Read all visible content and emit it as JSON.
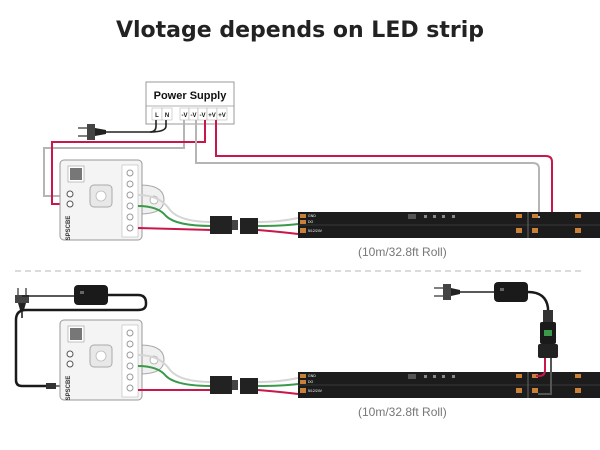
{
  "title": "Vlotage depends on LED strip",
  "power_supply": {
    "label": "Power Supply",
    "terminals": [
      "L",
      "N",
      "-V",
      "-V",
      "-V",
      "+V",
      "+V"
    ]
  },
  "controller": {
    "brand": "SPSCBE"
  },
  "strip": {
    "pad_labels": [
      "GND",
      "DO",
      "5/12/24V"
    ],
    "roll_label": "(10m/32.8ft Roll)"
  },
  "colors": {
    "power_red": "#c8174a",
    "gray_wire": "#b5b5b5",
    "signal_green": "#3a9a4a",
    "strip_body": "#1c1c1c",
    "copper_pad": "#c9813a",
    "divider": "#cfcfcf"
  }
}
